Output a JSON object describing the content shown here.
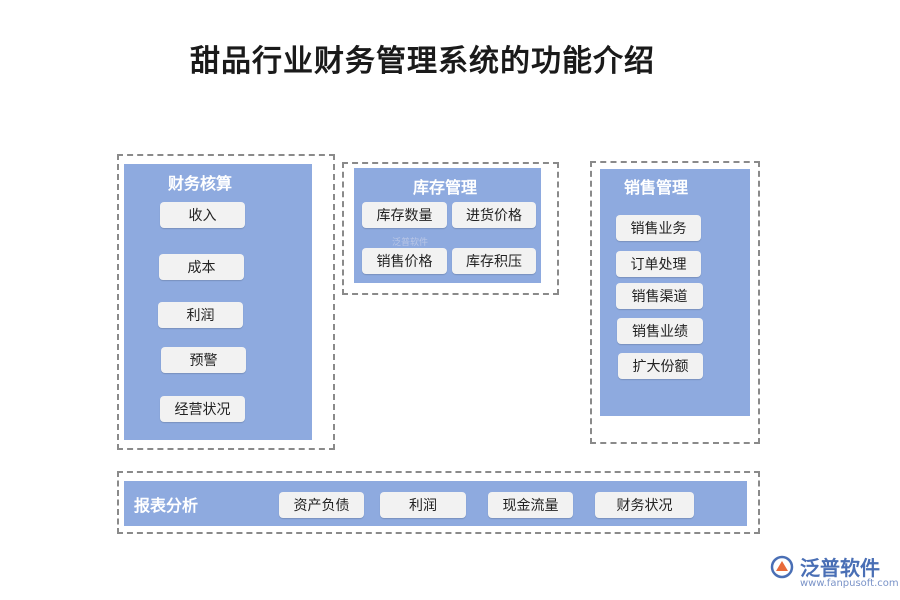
{
  "title": "甜品行业财务管理系统的功能介绍",
  "finance": {
    "title": "财务核算",
    "items": [
      "收入",
      "成本",
      "利润",
      "预警",
      "经营状况"
    ]
  },
  "inventory": {
    "title": "库存管理",
    "items": [
      "库存数量",
      "进货价格",
      "销售价格",
      "库存积压"
    ]
  },
  "sales": {
    "title": "销售管理",
    "items": [
      "销售业务",
      "订单处理",
      "销售渠道",
      "销售业绩",
      "扩大份额"
    ]
  },
  "reports": {
    "title": "报表分析",
    "items": [
      "资产负债",
      "利润",
      "现金流量",
      "财务状况"
    ]
  },
  "watermark": "泛普软件",
  "logo": {
    "name": "泛普软件",
    "url": "www.fanpusoft.com"
  },
  "colors": {
    "panel": "#8eaadf",
    "button": "#f2f2f2",
    "border": "#8a8a8a",
    "logo": "#4a6fb5"
  }
}
